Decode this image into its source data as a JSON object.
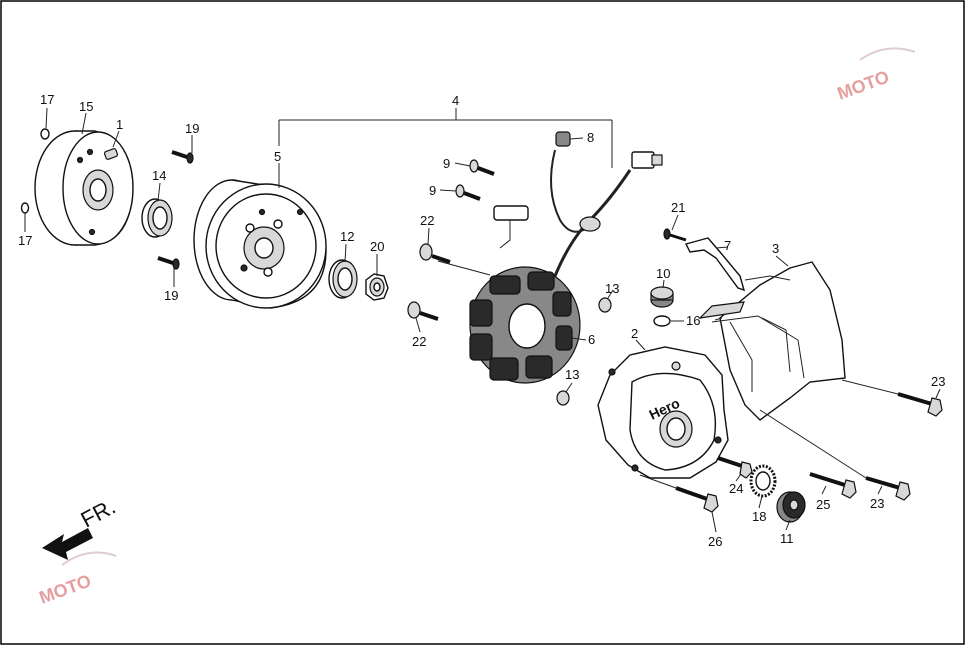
{
  "diagram": {
    "brand_text": "Hero",
    "front_marker": "FR.",
    "watermark_text": "MOTO",
    "callouts": [
      {
        "id": "c17a",
        "text": "17"
      },
      {
        "id": "c15",
        "text": "15"
      },
      {
        "id": "c1",
        "text": "1"
      },
      {
        "id": "c17b",
        "text": "17"
      },
      {
        "id": "c14",
        "text": "14"
      },
      {
        "id": "c19a",
        "text": "19"
      },
      {
        "id": "c19b",
        "text": "19"
      },
      {
        "id": "c5",
        "text": "5"
      },
      {
        "id": "c4",
        "text": "4"
      },
      {
        "id": "c12",
        "text": "12"
      },
      {
        "id": "c20",
        "text": "20"
      },
      {
        "id": "c8",
        "text": "8"
      },
      {
        "id": "c9a",
        "text": "9"
      },
      {
        "id": "c9b",
        "text": "9"
      },
      {
        "id": "c22a",
        "text": "22"
      },
      {
        "id": "c22b",
        "text": "22"
      },
      {
        "id": "c6",
        "text": "6"
      },
      {
        "id": "c13a",
        "text": "13"
      },
      {
        "id": "c13b",
        "text": "13"
      },
      {
        "id": "c21",
        "text": "21"
      },
      {
        "id": "c7",
        "text": "7"
      },
      {
        "id": "c3",
        "text": "3"
      },
      {
        "id": "c10",
        "text": "10"
      },
      {
        "id": "c16",
        "text": "16"
      },
      {
        "id": "c2",
        "text": "2"
      },
      {
        "id": "c23a",
        "text": "23"
      },
      {
        "id": "c23b",
        "text": "23"
      },
      {
        "id": "c24",
        "text": "24"
      },
      {
        "id": "c18",
        "text": "18"
      },
      {
        "id": "c25",
        "text": "25"
      },
      {
        "id": "c11",
        "text": "11"
      },
      {
        "id": "c26",
        "text": "26"
      }
    ]
  }
}
